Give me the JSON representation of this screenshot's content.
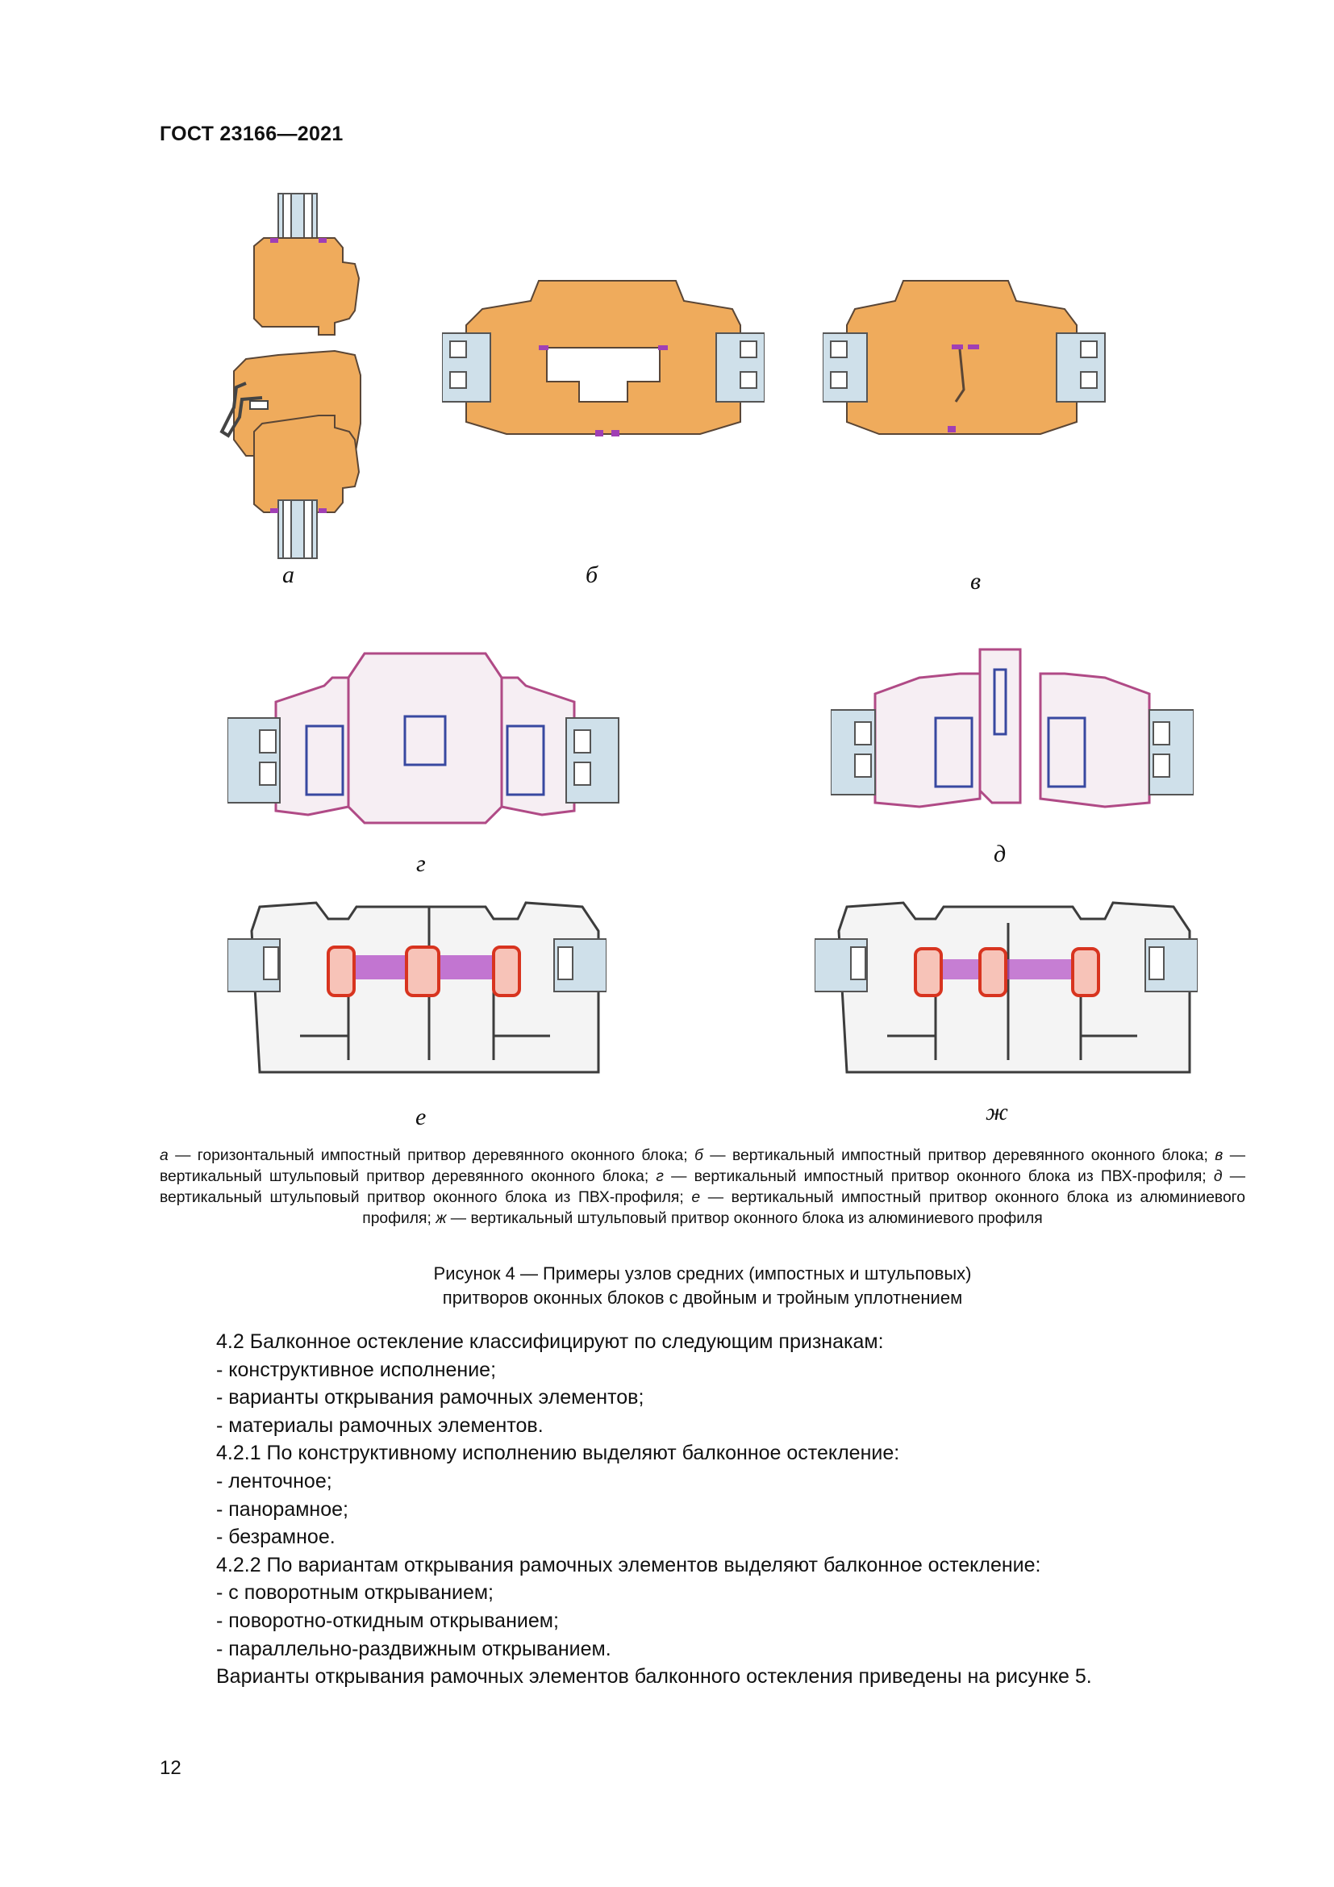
{
  "header": {
    "standard": "ГОСТ 23166—2021"
  },
  "figure": {
    "sublabels": {
      "a": "а",
      "b": "б",
      "v": "в",
      "g": "г",
      "d": "д",
      "e": "е",
      "zh": "ж"
    },
    "legend": [
      {
        "key": "а",
        "text": " — горизонтальный импостный притвор деревянного оконного блока; "
      },
      {
        "key": "б",
        "text": " — вертикальный импостный притвор деревянного оконного блока; "
      },
      {
        "key": "в",
        "text": " — вертикальный штульповый притвор деревянного оконного блока; "
      },
      {
        "key": "г",
        "text": " — вертикальный импостный притвор оконного блока из ПВХ-профиля; "
      },
      {
        "key": "д",
        "text": " — вертикальный штульповый притвор оконного блока из ПВХ-профиля; "
      },
      {
        "key": "е",
        "text": " — вертикальный импостный притвор оконного блока из алюминиевого профиля; "
      },
      {
        "key": "ж",
        "text": " — вертикальный штульповый притвор оконного блока из алюминиевого профиля"
      }
    ],
    "caption_line1": "Рисунок 4 — Примеры узлов средних (импостных и штульповых)",
    "caption_line2": "притворов оконных блоков с двойным и тройным уплотнением"
  },
  "body": {
    "lines": [
      "4.2 Балконное остекление классифицируют по следующим признакам:",
      "-  конструктивное исполнение;",
      "-  варианты открывания рамочных элементов;",
      "-  материалы рамочных элементов.",
      "4.2.1 По конструктивному исполнению выделяют балконное остекление:",
      "-  ленточное;",
      "-  панорамное;",
      "-  безрамное.",
      "4.2.2 По вариантам открывания рамочных элементов выделяют балконное остекление:",
      "-  с поворотным открыванием;",
      "-  поворотно-откидным открыванием;",
      "-  параллельно-раздвижным открыванием.",
      "Варианты открывания рамочных элементов балконного остекления приведены на рисунке 5."
    ]
  },
  "page_number": "12",
  "colors": {
    "wood": "#efab5c",
    "wood_stroke": "#5a4636",
    "pvc": "#b04a86",
    "seal": "#a03fb5",
    "glass": "#cfe0ea",
    "aluminum": "#3c3c3c",
    "thermal_break": "#d8341f",
    "reinforcement": "#3848a0"
  }
}
